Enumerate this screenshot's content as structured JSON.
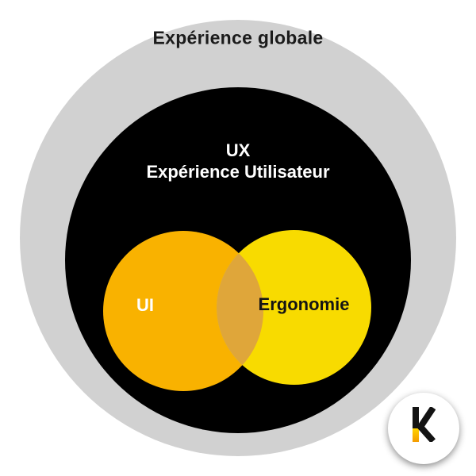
{
  "page_background": "#ffffff",
  "diagram": {
    "type": "nested-venn",
    "outer": {
      "label": "Expérience globale",
      "color": "#d1d1d1",
      "text_color": "#1b1b1b"
    },
    "ux": {
      "label_line1": "UX",
      "label_line2": "Expérience Utilisateur",
      "color": "#000000",
      "text_color": "#ffffff"
    },
    "ui": {
      "label": "UI",
      "color": "#f9b200",
      "text_color": "#ffffff"
    },
    "ergonomie": {
      "label": "Ergonomie",
      "color": "#f8db00",
      "text_color": "#141414"
    },
    "overlap_color": "#dfa63a"
  },
  "logo": {
    "letter_mark": "k",
    "background": "#ffffff",
    "letter_color": "#131313",
    "accent_gradient": [
      "#ffd400",
      "#f49b00"
    ]
  }
}
